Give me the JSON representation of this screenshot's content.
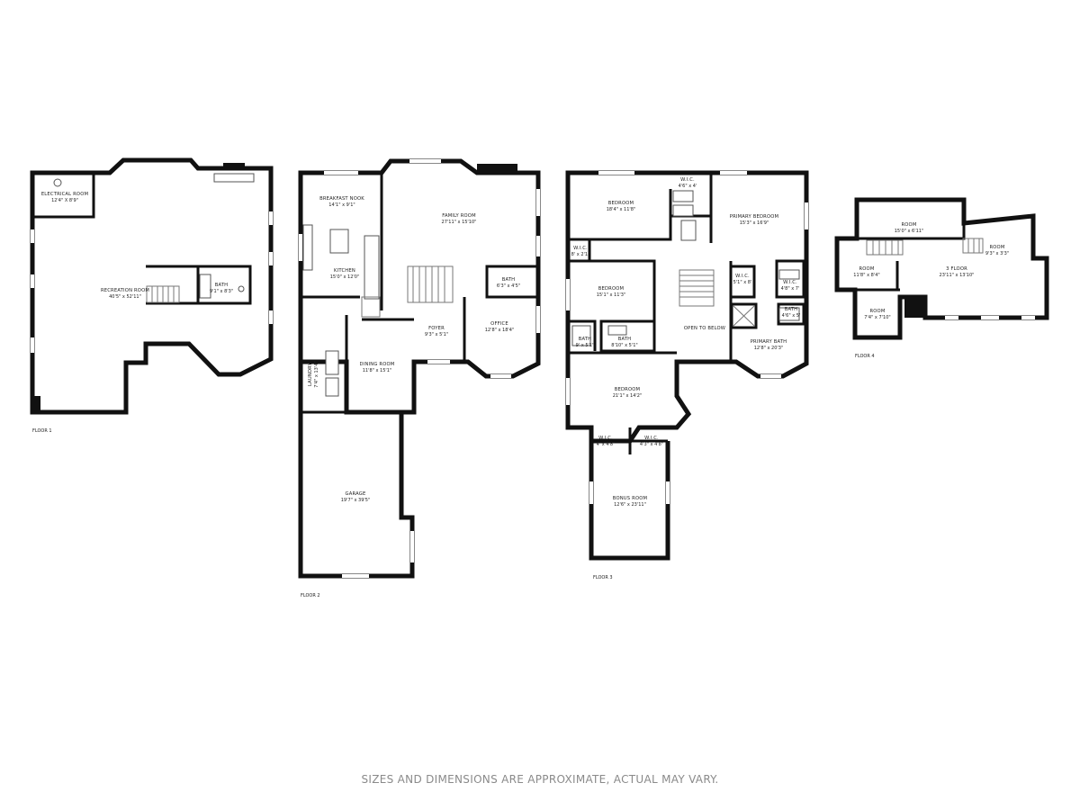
{
  "floors": {
    "floor1": {
      "label": "FLOOR 1",
      "rooms": {
        "electrical": {
          "name": "ELECTRICAL ROOM",
          "dims": "12'4\" X 8'9\""
        },
        "recreation": {
          "name": "RECREATION ROOM",
          "dims": "40'5\" x 52'11\""
        },
        "bath": {
          "name": "BATH",
          "dims": "9'1\" x 8'3\""
        }
      }
    },
    "floor2": {
      "label": "FLOOR 2",
      "rooms": {
        "breakfast": {
          "name": "BREAKFAST NOOK",
          "dims": "14'1\" x 9'1\""
        },
        "family": {
          "name": "FAMILY ROOM",
          "dims": "27'11\" x 15'10\""
        },
        "kitchen": {
          "name": "KITCHEN",
          "dims": "15'0\" x 12'0\""
        },
        "bath": {
          "name": "BATH",
          "dims": "6'3\" x 4'5\""
        },
        "foyer": {
          "name": "FOYER",
          "dims": "9'3\" x 5'1\""
        },
        "office": {
          "name": "OFFICE",
          "dims": "12'8\" x 18'4\""
        },
        "dining": {
          "name": "DINING ROOM",
          "dims": "11'8\" x 15'1\""
        },
        "laundry": {
          "name": "LAUNDRY",
          "dims": "7'4\" x 13'4\""
        },
        "garage": {
          "name": "GARAGE",
          "dims": "19'7\" x 39'5\""
        }
      }
    },
    "floor3": {
      "label": "FLOOR 3",
      "rooms": {
        "bedroom1": {
          "name": "BEDROOM",
          "dims": "18'4\" x 11'8\""
        },
        "wic1": {
          "name": "W.I.C.",
          "dims": "4'6\" x 4'"
        },
        "primary": {
          "name": "PRIMARY BEDROOM",
          "dims": "15'3\" x 16'9\""
        },
        "wic2": {
          "name": "W.I.C.",
          "dims": "8' x 2'1\""
        },
        "bedroom2": {
          "name": "BEDROOM",
          "dims": "15'1\" x 11'3\""
        },
        "wic3": {
          "name": "W.I.C.",
          "dims": "5'1\" x 8'"
        },
        "wic4": {
          "name": "W.I.C.",
          "dims": "4'8\" x 7'"
        },
        "bath1": {
          "name": "BATH",
          "dims": "9' x 5'1\""
        },
        "bath2": {
          "name": "BATH",
          "dims": "8'10\" x 5'1\""
        },
        "bath3": {
          "name": "BATH",
          "dims": "4'6\" x 5'"
        },
        "open": {
          "name": "OPEN TO BELOW",
          "dims": ""
        },
        "primarybath": {
          "name": "PRIMARY BATH",
          "dims": "12'8\" x 20'3\""
        },
        "bedroom3": {
          "name": "BEDROOM",
          "dims": "21'1\" x 14'2\""
        },
        "wic5": {
          "name": "W.I.C.",
          "dims": "4' x 4'8\""
        },
        "wic6": {
          "name": "W.I.C.",
          "dims": "4'3\" x 4'8\""
        },
        "bonus": {
          "name": "BONUS ROOM",
          "dims": "12'6\" x 23'11\""
        }
      }
    },
    "floor4": {
      "label": "FLOOR 4",
      "rooms": {
        "room1": {
          "name": "ROOM",
          "dims": "15'0\" x 6'11\""
        },
        "room2": {
          "name": "ROOM",
          "dims": "9'3\" x 3'3\""
        },
        "room3": {
          "name": "ROOM",
          "dims": "11'8\" x 8'4\""
        },
        "floor": {
          "name": "3 FLOOR",
          "dims": "23'11\" x 13'10\""
        },
        "room4": {
          "name": "ROOM",
          "dims": "7'4\" x 7'10\""
        }
      }
    }
  },
  "disclaimer": "SIZES AND DIMENSIONS ARE APPROXIMATE, ACTUAL MAY VARY."
}
